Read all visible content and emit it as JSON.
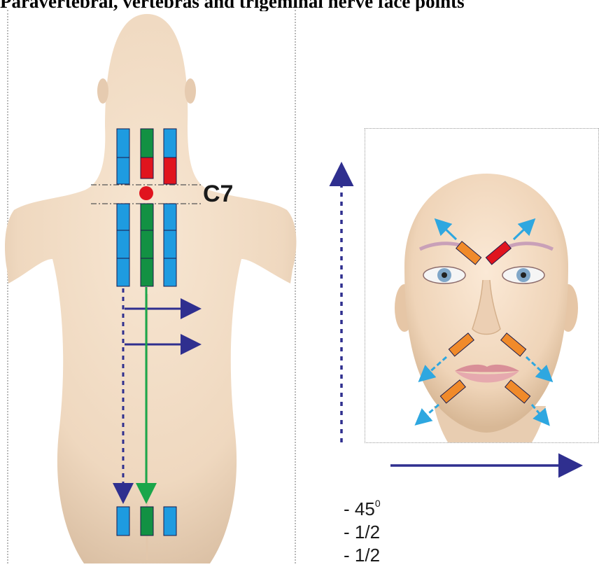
{
  "title": "Paravertebral, vertebras and trigeminal nerve face points",
  "labels": {
    "vertebra": "C7"
  },
  "steps": [
    {
      "dash": "- ",
      "value": "45",
      "sup": "0"
    },
    {
      "dash": "- ",
      "value": "1/2",
      "sup": ""
    },
    {
      "dash": "- ",
      "value": "1/2",
      "sup": ""
    }
  ],
  "colors": {
    "skin": "#f1dcc4",
    "blue_point": "#1e9be0",
    "green_point": "#129143",
    "red_point": "#e0141e",
    "orange_point": "#f08a2a",
    "arrow_navy": "#2f2f8f",
    "arrow_cyan": "#2ea7e0",
    "arrow_green": "#1aa64a"
  }
}
